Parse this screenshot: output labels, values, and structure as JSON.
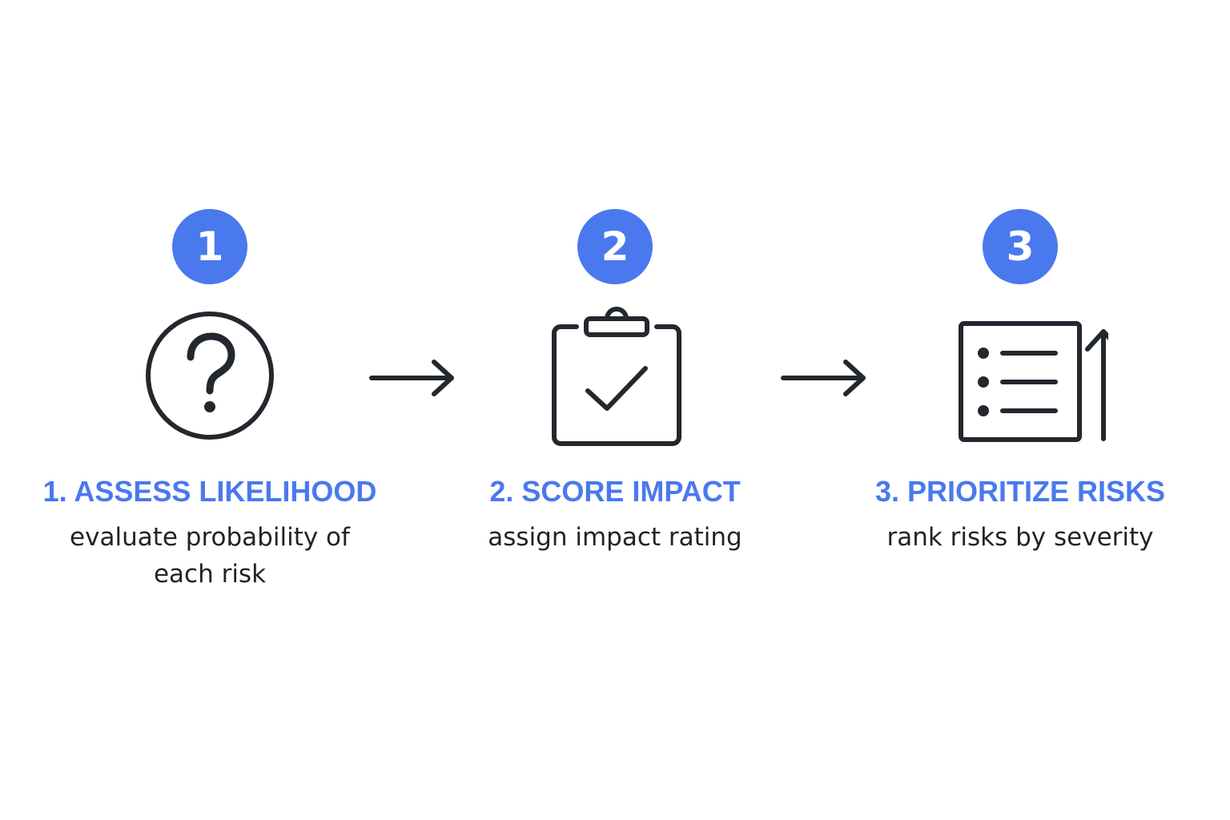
{
  "steps": [
    {
      "number": "1",
      "title": "1. ASSESS LIKELIHOOD",
      "description": "evaluate probability of each risk",
      "icon": "question-circle-icon"
    },
    {
      "number": "2",
      "title": "2. SCORE IMPACT",
      "description": "assign impact rating",
      "icon": "clipboard-check-icon"
    },
    {
      "number": "3",
      "title": "3. PRIORITIZE RISKS",
      "description": "rank risks by severity",
      "icon": "ranked-list-icon"
    }
  ],
  "colors": {
    "accent": "#4a79ee",
    "icon_stroke": "#23272e",
    "text": "#1f2328",
    "background": "#ffffff"
  }
}
